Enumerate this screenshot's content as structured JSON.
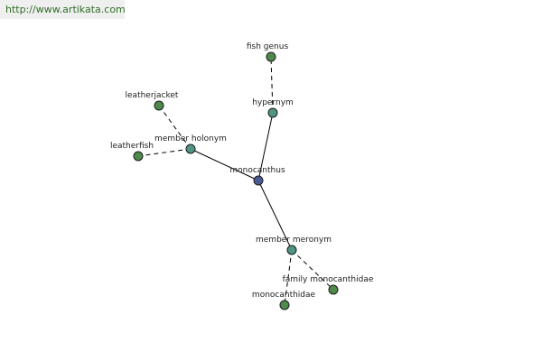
{
  "banner": {
    "url": "http://www.artikata.com"
  },
  "graph": {
    "colors": {
      "center": "#4b5a94",
      "relation": "#4f9484",
      "leaf": "#4e8a4c"
    },
    "nodes": [
      {
        "id": "monocanthus",
        "label": "monocanthus",
        "kind": "center"
      },
      {
        "id": "member-holonym",
        "label": "member holonym",
        "kind": "relation"
      },
      {
        "id": "hypernym",
        "label": "hypernym",
        "kind": "relation"
      },
      {
        "id": "member-meronym",
        "label": "member meronym",
        "kind": "relation"
      },
      {
        "id": "leatherjacket",
        "label": "leatherjacket",
        "kind": "leaf"
      },
      {
        "id": "leatherfish",
        "label": "leatherfish",
        "kind": "leaf"
      },
      {
        "id": "fish-genus",
        "label": "fish genus",
        "kind": "leaf"
      },
      {
        "id": "family-monocanthidae",
        "label": "family monocanthidae",
        "kind": "leaf"
      },
      {
        "id": "monocanthidae",
        "label": "monocanthidae",
        "kind": "leaf"
      }
    ],
    "edges": [
      {
        "from": "monocanthus",
        "to": "member-holonym",
        "style": "solid"
      },
      {
        "from": "monocanthus",
        "to": "hypernym",
        "style": "solid"
      },
      {
        "from": "monocanthus",
        "to": "member-meronym",
        "style": "solid"
      },
      {
        "from": "member-holonym",
        "to": "leatherjacket",
        "style": "dashed"
      },
      {
        "from": "member-holonym",
        "to": "leatherfish",
        "style": "dashed"
      },
      {
        "from": "hypernym",
        "to": "fish-genus",
        "style": "dashed"
      },
      {
        "from": "member-meronym",
        "to": "family-monocanthidae",
        "style": "dashed"
      },
      {
        "from": "member-meronym",
        "to": "monocanthidae",
        "style": "dashed"
      }
    ]
  }
}
